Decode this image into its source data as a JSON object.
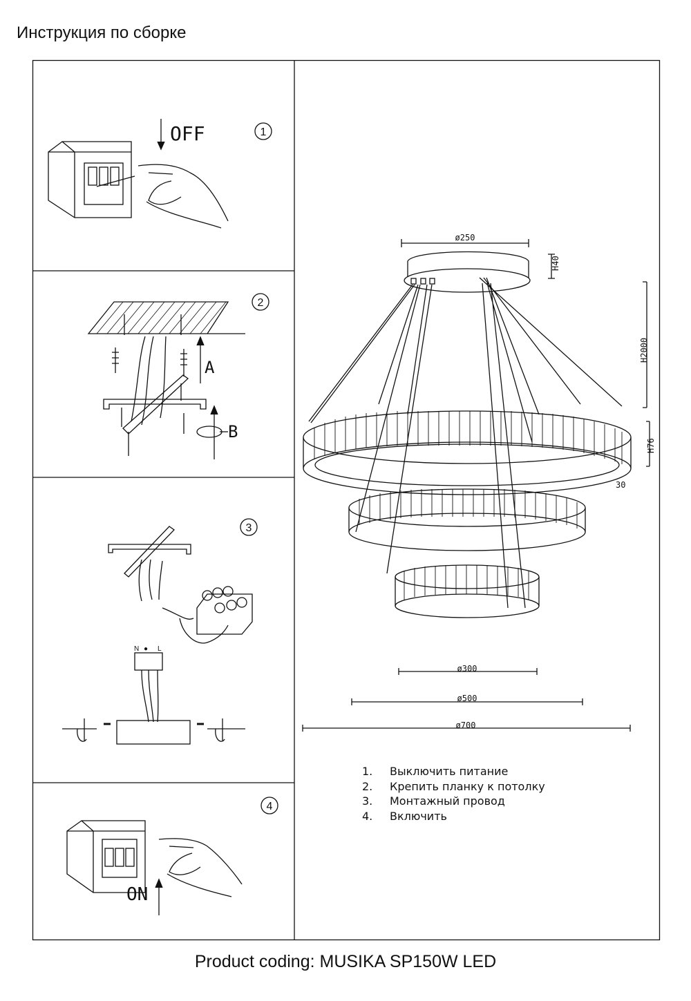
{
  "header": {
    "title": "Инструкция по сборке"
  },
  "panels": [
    {
      "number": "①",
      "label": "OFF"
    },
    {
      "number": "②",
      "labels": [
        "A",
        "B"
      ]
    },
    {
      "number": "③",
      "terminal_marks": [
        "N",
        "●",
        "L"
      ]
    },
    {
      "number": "④",
      "label": "ON"
    }
  ],
  "dimensions": {
    "top_diameter": "ø250",
    "canopy_height": "H40",
    "cable_height": "H2000",
    "ring_height": "H76",
    "ring_width": "30",
    "d_small": "ø300",
    "d_medium": "ø500",
    "d_large": "ø700"
  },
  "steps": [
    {
      "num": "1.",
      "text": "Выключить питание"
    },
    {
      "num": "2.",
      "text": "Крепить планку к потолку"
    },
    {
      "num": "3.",
      "text": "Монтажный провод"
    },
    {
      "num": "4.",
      "text": "Включить"
    }
  ],
  "footer": {
    "product_coding": "Product coding: MUSIKA SP150W LED"
  }
}
